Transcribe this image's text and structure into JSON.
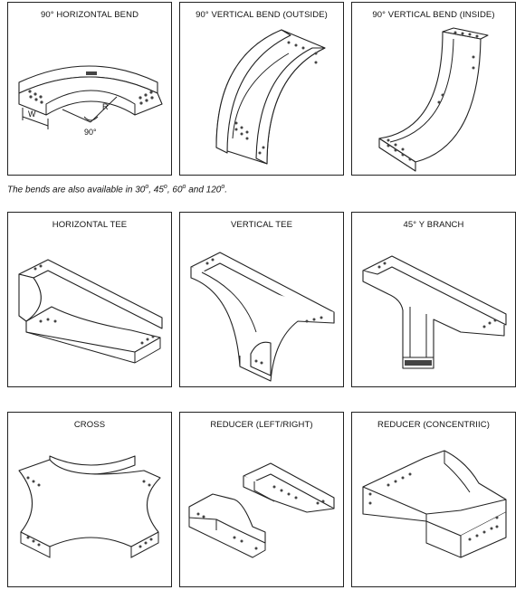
{
  "panels": [
    {
      "title": "90° HORIZONTAL BEND",
      "icon": "horizontal-bend-icon",
      "labels": {
        "width": "W",
        "radius": "R",
        "angle": "90°"
      }
    },
    {
      "title": "90° VERTICAL BEND (OUTSIDE)",
      "icon": "vertical-bend-outside-icon"
    },
    {
      "title": "90° VERTICAL BEND (INSIDE)",
      "icon": "vertical-bend-inside-icon"
    },
    {
      "title": "HORIZONTAL TEE",
      "icon": "horizontal-tee-icon"
    },
    {
      "title": "VERTICAL TEE",
      "icon": "vertical-tee-icon"
    },
    {
      "title": "45° Y BRANCH",
      "icon": "y-branch-icon"
    },
    {
      "title": "CROSS",
      "icon": "cross-icon"
    },
    {
      "title": "REDUCER (LEFT/RIGHT)",
      "icon": "reducer-left-right-icon"
    },
    {
      "title": "REDUCER (CONCENTRIIC)",
      "icon": "reducer-concentric-icon"
    }
  ],
  "note": {
    "prefix": "The bends are also available in 30",
    "a1": ", 45",
    "a2": ", 60",
    "a3": " and 120",
    "suffix": ".",
    "degree": "o"
  }
}
